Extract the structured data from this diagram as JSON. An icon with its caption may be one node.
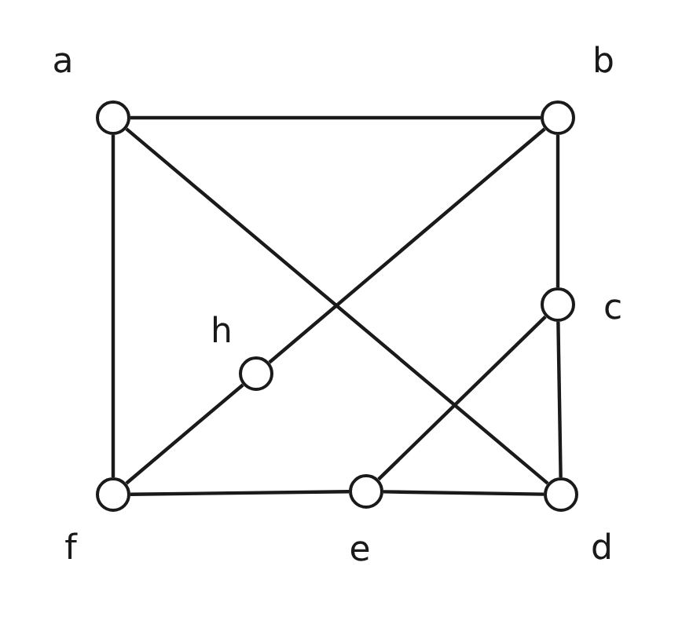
{
  "diagram": {
    "nodes": [
      {
        "text": [
          "a"
        ]
      },
      {
        "text": [
          "b"
        ]
      },
      {
        "text": [
          "c"
        ]
      },
      {
        "text": [
          "d"
        ]
      },
      {
        "text": [
          "e"
        ]
      },
      {
        "text": [
          "f"
        ]
      },
      {
        "text": [
          "h"
        ]
      }
    ],
    "edges": [
      {
        "from": 0,
        "to": 1,
        "arrow": "none"
      },
      {
        "from": 0,
        "to": 5,
        "arrow": "none"
      },
      {
        "from": 0,
        "to": 3,
        "arrow": "none"
      },
      {
        "from": 1,
        "to": 2,
        "arrow": "none"
      },
      {
        "from": 1,
        "to": 6,
        "arrow": "none"
      },
      {
        "from": 6,
        "to": 5,
        "arrow": "none"
      },
      {
        "from": 2,
        "to": 3,
        "arrow": "none"
      },
      {
        "from": 2,
        "to": 4,
        "arrow": "none"
      },
      {
        "from": 5,
        "to": 4,
        "arrow": "none"
      },
      {
        "from": 4,
        "to": 3,
        "arrow": "none"
      }
    ]
  }
}
